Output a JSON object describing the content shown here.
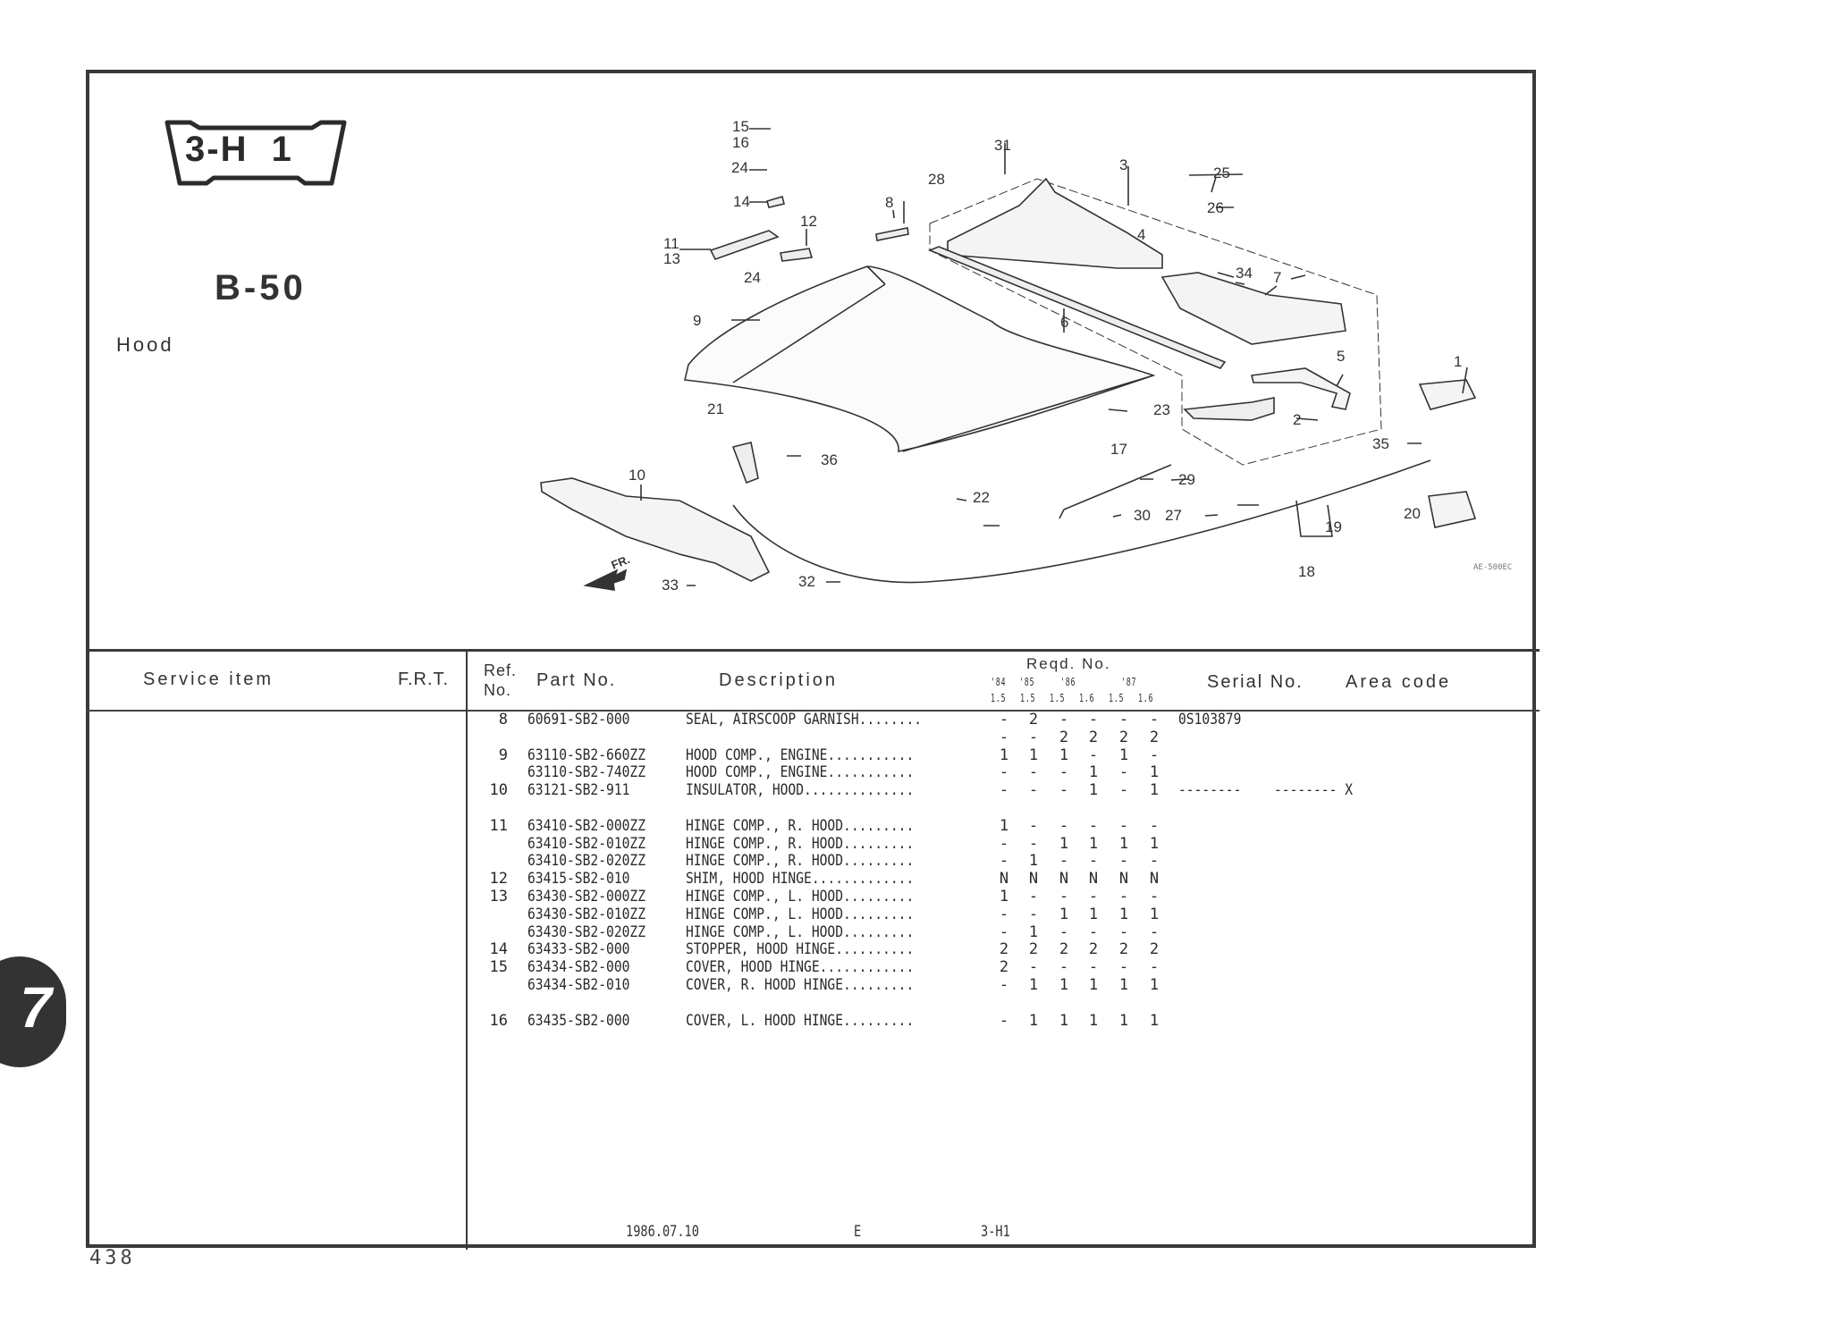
{
  "header": {
    "group_badge": "3-H  1",
    "section_code": "B-50",
    "section_name": "Hood"
  },
  "chapter_tab": "7",
  "diagram": {
    "figure_code": "AE-500EC",
    "direction_label": "FR.",
    "callouts": [
      "1",
      "2",
      "3",
      "4",
      "5",
      "6",
      "7",
      "8",
      "9",
      "10",
      "11",
      "12",
      "13",
      "14",
      "15",
      "16",
      "17",
      "18",
      "19",
      "20",
      "21",
      "22",
      "23",
      "24",
      "24",
      "25",
      "26",
      "27",
      "28",
      "29",
      "30",
      "31",
      "32",
      "33",
      "34",
      "35",
      "36"
    ]
  },
  "table": {
    "columns": {
      "service_item": "Service  item",
      "frt": "F.R.T.",
      "ref_no_top": "Ref.",
      "ref_no_bottom": "No.",
      "part_no": "Part No.",
      "description": "Description",
      "reqd_no": "Reqd. No.",
      "years": [
        "'84",
        "'85",
        "'86",
        "'87"
      ],
      "variants": [
        "1.5",
        "1.5",
        "1.5",
        "1.6",
        "1.5",
        "1.6"
      ],
      "serial_no": "Serial No.",
      "area_code": "Area code"
    },
    "rows": [
      {
        "ref": "8",
        "part": "60691-SB2-000",
        "desc": "SEAL, AIRSCOOP GARNISH........",
        "qty": [
          "-",
          "2",
          "-",
          "-",
          "-",
          "-"
        ],
        "serial": "0S103879",
        "area": ""
      },
      {
        "ref": "",
        "part": "",
        "desc": "",
        "qty": [
          "-",
          "-",
          "2",
          "2",
          "2",
          "2"
        ],
        "serial": "",
        "area": ""
      },
      {
        "ref": "9",
        "part": "63110-SB2-660ZZ",
        "desc": "HOOD COMP., ENGINE...........",
        "qty": [
          "1",
          "1",
          "1",
          "-",
          "1",
          "-"
        ],
        "serial": "",
        "area": ""
      },
      {
        "ref": "",
        "part": "63110-SB2-740ZZ",
        "desc": "HOOD COMP., ENGINE...........",
        "qty": [
          "-",
          "-",
          "-",
          "1",
          "-",
          "1"
        ],
        "serial": "",
        "area": ""
      },
      {
        "ref": "10",
        "part": "63121-SB2-911",
        "desc": "INSULATOR, HOOD..............",
        "qty": [
          "-",
          "-",
          "-",
          "1",
          "-",
          "1"
        ],
        "serial": "--------",
        "area": "-------- X"
      },
      {
        "ref": "11",
        "part": "63410-SB2-000ZZ",
        "desc": "HINGE COMP., R. HOOD.........",
        "qty": [
          "1",
          "-",
          "-",
          "-",
          "-",
          "-"
        ],
        "serial": "",
        "area": ""
      },
      {
        "ref": "",
        "part": "63410-SB2-010ZZ",
        "desc": "HINGE COMP., R. HOOD.........",
        "qty": [
          "-",
          "-",
          "1",
          "1",
          "1",
          "1"
        ],
        "serial": "",
        "area": ""
      },
      {
        "ref": "",
        "part": "63410-SB2-020ZZ",
        "desc": "HINGE COMP., R. HOOD.........",
        "qty": [
          "-",
          "1",
          "-",
          "-",
          "-",
          "-"
        ],
        "serial": "",
        "area": ""
      },
      {
        "ref": "12",
        "part": "63415-SB2-010",
        "desc": "SHIM, HOOD HINGE.............",
        "qty": [
          "N",
          "N",
          "N",
          "N",
          "N",
          "N"
        ],
        "serial": "",
        "area": ""
      },
      {
        "ref": "13",
        "part": "63430-SB2-000ZZ",
        "desc": "HINGE COMP., L. HOOD.........",
        "qty": [
          "1",
          "-",
          "-",
          "-",
          "-",
          "-"
        ],
        "serial": "",
        "area": ""
      },
      {
        "ref": "",
        "part": "63430-SB2-010ZZ",
        "desc": "HINGE COMP., L. HOOD.........",
        "qty": [
          "-",
          "-",
          "1",
          "1",
          "1",
          "1"
        ],
        "serial": "",
        "area": ""
      },
      {
        "ref": "",
        "part": "63430-SB2-020ZZ",
        "desc": "HINGE COMP., L. HOOD.........",
        "qty": [
          "-",
          "1",
          "-",
          "-",
          "-",
          "-"
        ],
        "serial": "",
        "area": ""
      },
      {
        "ref": "14",
        "part": "63433-SB2-000",
        "desc": "STOPPER, HOOD HINGE..........",
        "qty": [
          "2",
          "2",
          "2",
          "2",
          "2",
          "2"
        ],
        "serial": "",
        "area": ""
      },
      {
        "ref": "15",
        "part": "63434-SB2-000",
        "desc": "COVER, HOOD HINGE............",
        "qty": [
          "2",
          "-",
          "-",
          "-",
          "-",
          "-"
        ],
        "serial": "",
        "area": ""
      },
      {
        "ref": "",
        "part": "63434-SB2-010",
        "desc": "COVER, R. HOOD HINGE.........",
        "qty": [
          "-",
          "1",
          "1",
          "1",
          "1",
          "1"
        ],
        "serial": "",
        "area": ""
      },
      {
        "ref": "16",
        "part": "63435-SB2-000",
        "desc": "COVER, L. HOOD HINGE.........",
        "qty": [
          "-",
          "1",
          "1",
          "1",
          "1",
          "1"
        ],
        "serial": "",
        "area": ""
      }
    ]
  },
  "footer": {
    "date": "1986.07.10",
    "edition": "E",
    "group": "3-H1",
    "page_number": "438"
  }
}
